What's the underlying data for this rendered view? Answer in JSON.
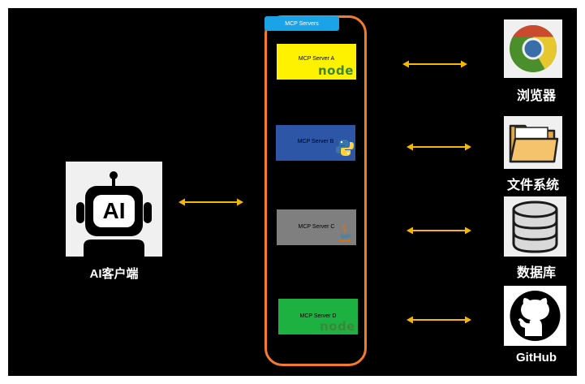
{
  "client": {
    "logo_text": "AI",
    "label": "AI客户端"
  },
  "servers": {
    "title": "MCP Servers",
    "items": [
      {
        "label": "MCP Server A",
        "tech": "Node.js",
        "logo_text": "node",
        "color": "#fff200"
      },
      {
        "label": "MCP Server B",
        "tech": "Python",
        "logo_text": "",
        "color": "#2d57a6"
      },
      {
        "label": "MCP Server C",
        "tech": "Java",
        "logo_text": "",
        "color": "#7f7f7f"
      },
      {
        "label": "MCP Server D",
        "tech": "Node.js",
        "logo_text": "node",
        "color": "#1db141"
      }
    ]
  },
  "resources": [
    {
      "label": "浏览器",
      "icon": "chrome-icon"
    },
    {
      "label": "文件系统",
      "icon": "folder-icon"
    },
    {
      "label": "数据库",
      "icon": "database-icon"
    },
    {
      "label": "GitHub",
      "icon": "github-icon"
    }
  ],
  "colors": {
    "background": "#000000",
    "frame": "#f47b2a",
    "tab": "#1ba3e8",
    "arrow": "#f5b800"
  }
}
